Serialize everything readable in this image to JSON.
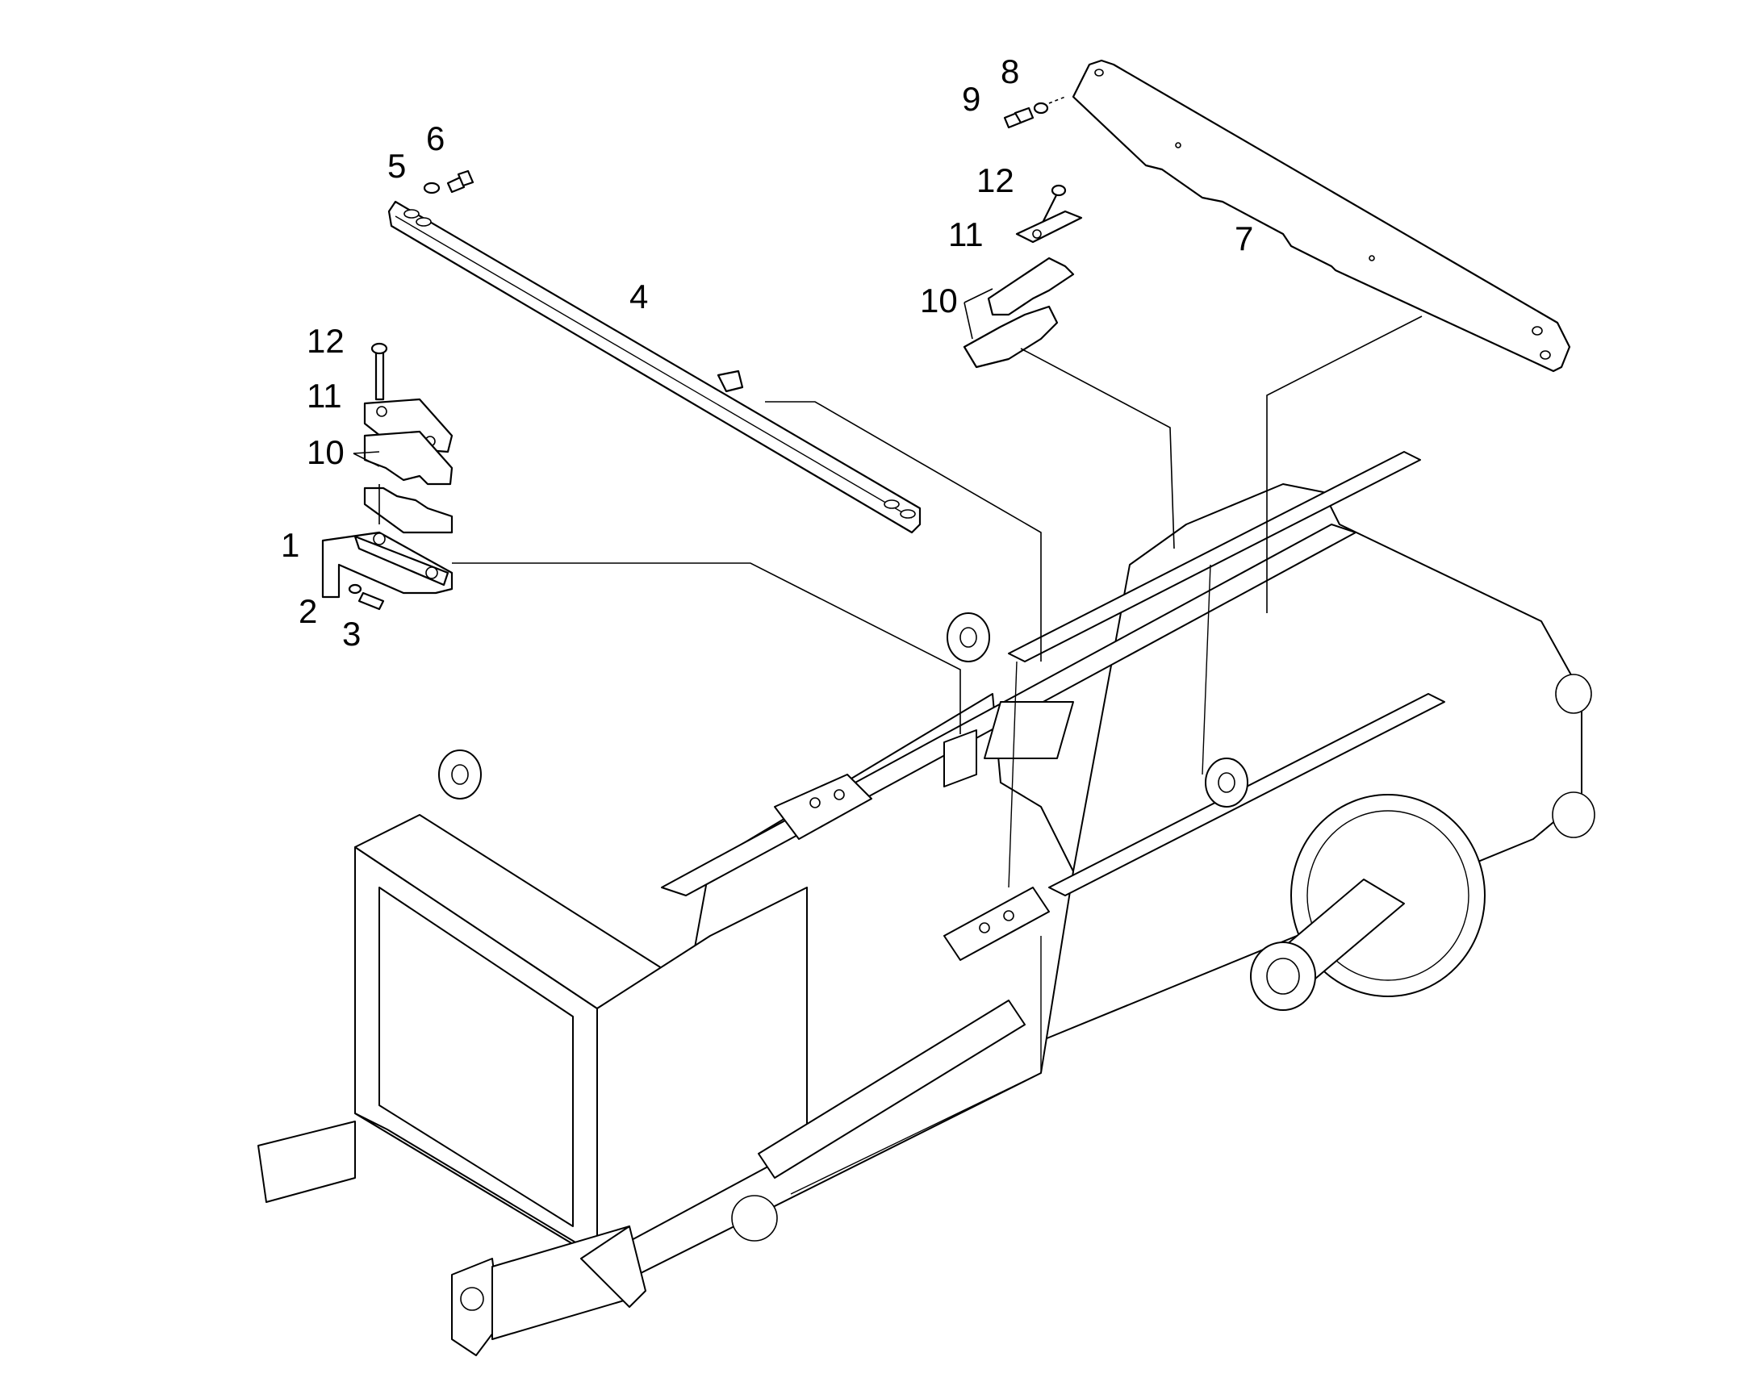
{
  "diagram": {
    "background": "#ffffff",
    "line_color": "#000000",
    "callouts": {
      "c1": "1",
      "c2": "2",
      "c3": "3",
      "c4": "4",
      "c5": "5",
      "c6": "6",
      "c7": "7",
      "c8": "8",
      "c9": "9",
      "c10a": "10",
      "c11a": "11",
      "c12a": "12",
      "c10b": "10",
      "c11b": "11",
      "c12b": "12"
    }
  }
}
